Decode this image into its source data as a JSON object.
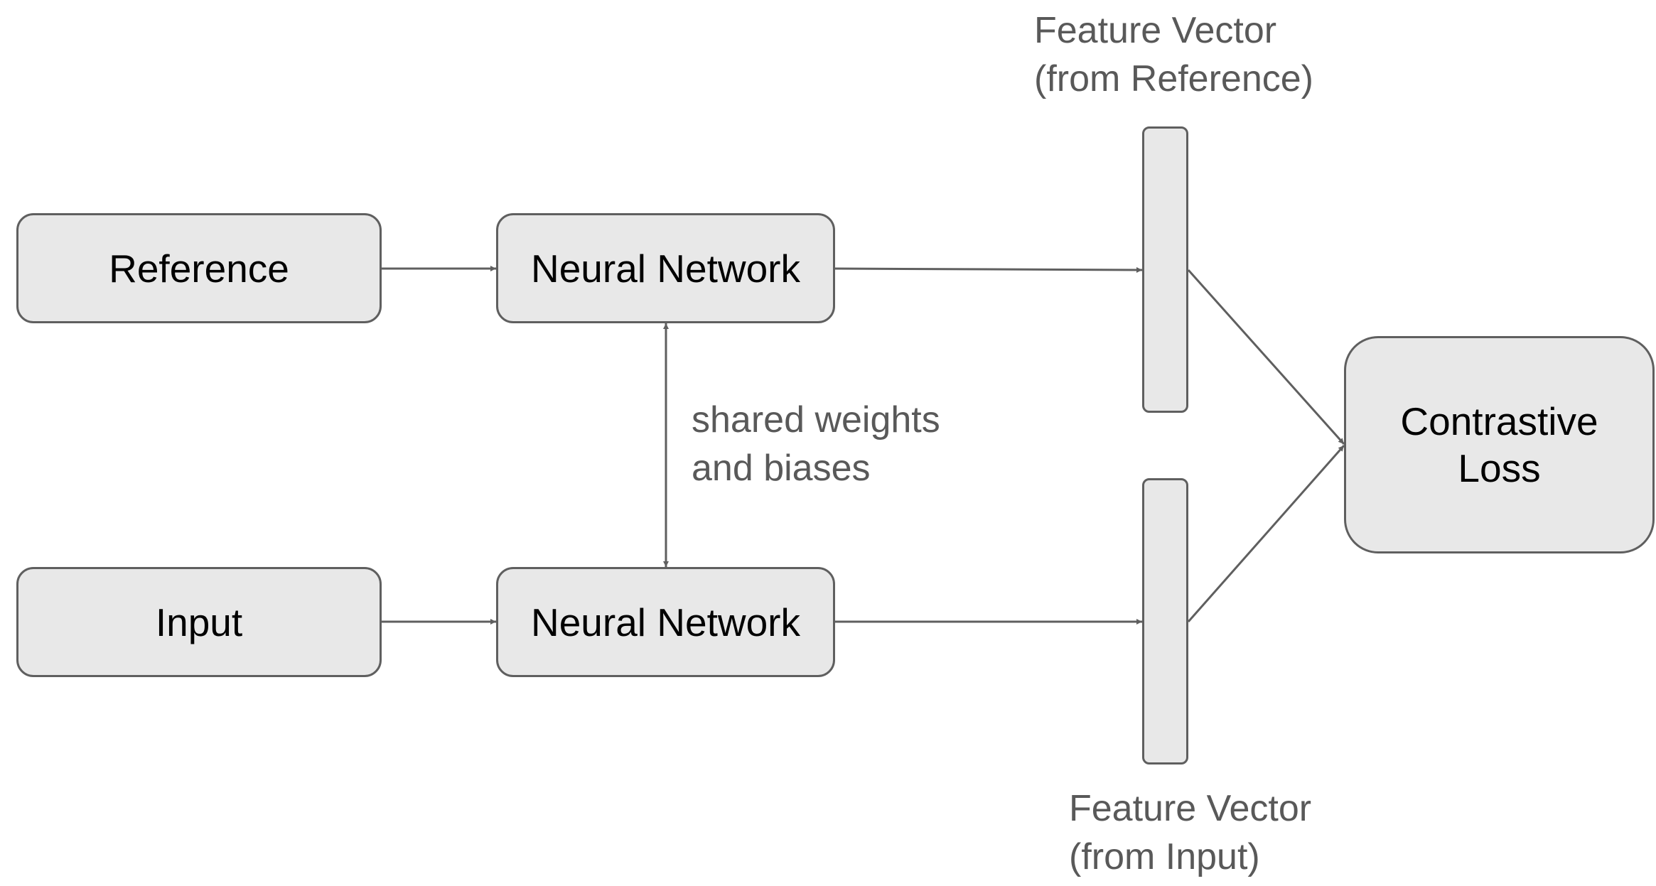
{
  "nodes": {
    "reference": "Reference",
    "input": "Input",
    "network_top": "Neural Network",
    "network_bottom": "Neural Network",
    "loss": [
      "Contrastive",
      "Loss"
    ]
  },
  "labels": {
    "shared": [
      "shared weights",
      "and biases"
    ],
    "vector_reference": [
      "Feature Vector",
      "(from Reference)"
    ],
    "vector_input": [
      "Feature Vector",
      "(from Input)"
    ]
  },
  "colors": {
    "box_fill": "#e8e8e8",
    "stroke": "#5f5f5f",
    "label_text": "#595959"
  }
}
